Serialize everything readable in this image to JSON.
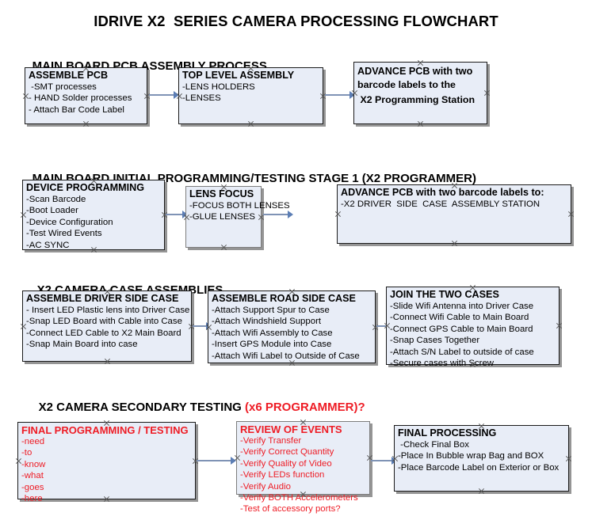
{
  "document": {
    "title": "IDRIVE X2  SERIES CAMERA PROCESSING FLOWCHART"
  },
  "colors": {
    "node_fill": "#e8edf7",
    "node_border": "#1a1a1a",
    "arrow": "#5c7eb5",
    "red_accent": "#ee1c25",
    "text": "#000000"
  },
  "sections": [
    {
      "id": "main-board-pcb-assembly",
      "heading": "MAIN BOARD PCB ASSEMBLY PROCESS",
      "heading_red": "",
      "nodes": [
        {
          "id": "assemble-pcb",
          "title": "ASSEMBLE PCB",
          "lines": [
            " -SMT processes",
            "- HAND Solder processes",
            "- Attach Bar Code Label"
          ]
        },
        {
          "id": "top-level-assembly",
          "title": "TOP LEVEL ASSEMBLY",
          "lines": [
            "-LENS HOLDERS",
            "-LENSES"
          ]
        },
        {
          "id": "advance-pcb-programming-station",
          "title": "ADVANCE PCB with two",
          "lines": [
            "barcode labels to the",
            " X2 Programming Station"
          ]
        }
      ]
    },
    {
      "id": "main-board-initial-programming",
      "heading": "MAIN BOARD INITIAL PROGRAMMING/TESTING STAGE 1 (X2 PROGRAMMER)",
      "heading_red": "",
      "nodes": [
        {
          "id": "device-programming",
          "title": "DEVICE PROGRAMMING",
          "lines": [
            "-Scan Barcode",
            "-Boot Loader",
            "-Device Configuration",
            "-Test Wired Events",
            "-AC SYNC"
          ]
        },
        {
          "id": "lens-focus",
          "title": "LENS FOCUS",
          "lines": [
            "-FOCUS BOTH LENSES",
            "-GLUE LENSES"
          ]
        },
        {
          "id": "advance-pcb-driver-side-case",
          "title": "ADVANCE PCB with two barcode labels to:",
          "lines": [
            "-X2 DRIVER  SIDE  CASE  ASSEMBLY STATION"
          ]
        }
      ]
    },
    {
      "id": "x2-camera-case-assemblies",
      "heading": "X2 CAMERA CASE ASSEMBLIES",
      "heading_red": "",
      "nodes": [
        {
          "id": "assemble-driver-side-case",
          "title": "ASSEMBLE DRIVER SIDE CASE",
          "lines": [
            "- Insert LED Plastic lens into Driver Case",
            "-Snap LED Board with Cable into Case",
            "-Connect LED Cable to X2 Main Board",
            "-Snap Main Board into case"
          ]
        },
        {
          "id": "assemble-road-side-case",
          "title": "ASSEMBLE ROAD SIDE CASE",
          "lines": [
            "-Attach Support Spur to Case",
            "-Attach Windshield Support",
            "-Attach Wifi Assembly to Case",
            "-Insert GPS Module into Case",
            "-Attach Wifi Label to Outside of Case"
          ]
        },
        {
          "id": "join-the-two-cases",
          "title": "JOIN THE TWO CASES",
          "lines": [
            "-Slide Wifi Antenna into Driver Case",
            "-Connect Wifi Cable to Main Board",
            "-Connect GPS Cable to Main Board",
            "-Snap Cases Together",
            "-Attach S/N Label to outside of case",
            "-Secure cases with Screw"
          ]
        }
      ]
    },
    {
      "id": "x2-camera-secondary-testing",
      "heading": "X2 CAMERA SECONDARY TESTING ",
      "heading_red": "(x6 PROGRAMMER)?",
      "nodes": [
        {
          "id": "final-programming-testing",
          "title": "FINAL PROGRAMMING / TESTING",
          "lines": [
            "-need",
            "-to",
            "-know",
            "-what",
            "-goes",
            "-here"
          ]
        },
        {
          "id": "review-of-events",
          "title": "REVIEW OF EVENTS",
          "lines": [
            "-Verify Transfer",
            "-Verify Correct Quantity",
            "-Verify Quality of Video",
            "-Verify LEDs function",
            "-Verify Audio",
            "-Verify BOTH Accelerometers",
            "-Test of accessory ports?"
          ]
        },
        {
          "id": "final-processing",
          "title": "FINAL PROCESSING",
          "lines": [
            " -Check Final Box",
            "-Place In Bubble wrap Bag and BOX",
            "-Place Barcode Label on Exterior or Box"
          ]
        }
      ]
    }
  ]
}
